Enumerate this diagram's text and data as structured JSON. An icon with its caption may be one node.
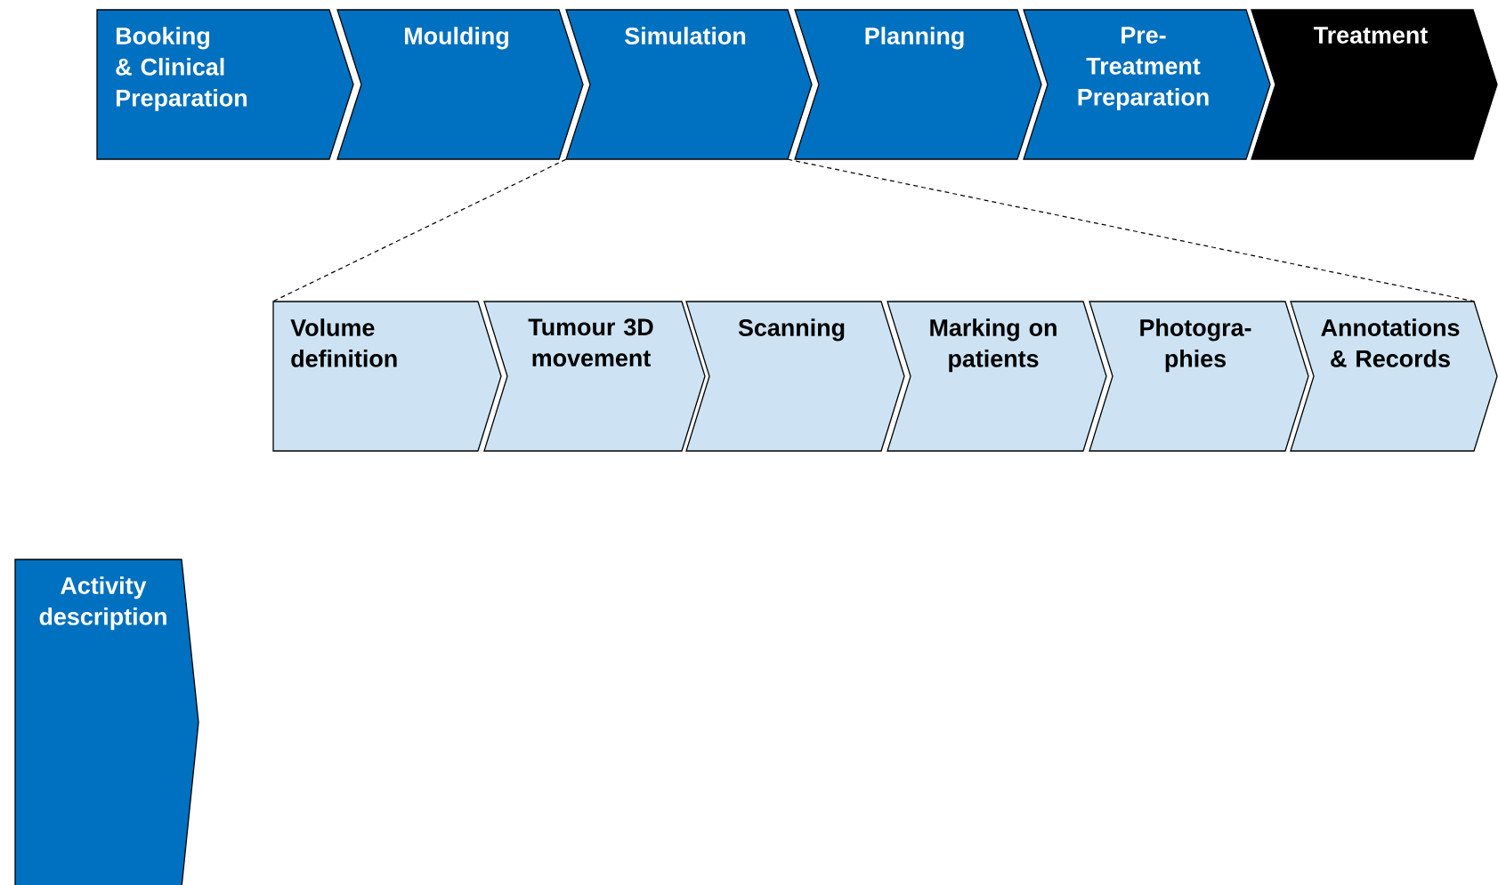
{
  "diagram": {
    "nodes": [
      {
        "text": [
          "Booking & Clinical Preparation"
        ]
      },
      {
        "text": [
          "Moulding"
        ]
      },
      {
        "text": [
          "Simulation"
        ]
      },
      {
        "text": [
          "Planning"
        ]
      },
      {
        "text": [
          "Pre-Treatment Preparation"
        ]
      },
      {
        "text": [
          "Treatment"
        ]
      },
      {
        "text": [
          "Volume definition"
        ]
      },
      {
        "text": [
          "Tumour 3D movement"
        ]
      },
      {
        "text": [
          "Scanning"
        ]
      },
      {
        "text": [
          "Marking on patients"
        ]
      },
      {
        "text": [
          "Photogra-phies"
        ]
      },
      {
        "text": [
          "Annotations & Records"
        ]
      },
      {
        "text": [
          "Activity description"
        ]
      }
    ],
    "edges": [
      {
        "from": 2,
        "to": 6,
        "arrow": "none",
        "style": "dashed"
      },
      {
        "from": 2,
        "to": 11,
        "arrow": "none",
        "style": "dashed"
      }
    ]
  }
}
